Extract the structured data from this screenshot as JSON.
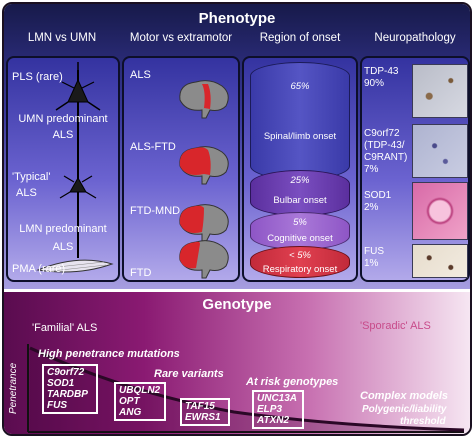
{
  "phenotype": {
    "title": "Phenotype",
    "columns": {
      "lmn_umn": "LMN vs UMN",
      "motor": "Motor vs extramotor",
      "region": "Region of onset",
      "neuropath": "Neuropathology"
    },
    "lmn_umn_labels": {
      "pls": "PLS (rare)",
      "umn_line1": "UMN predominant",
      "umn_line2": "ALS",
      "typical_line1": "'Typical'",
      "typical_line2": "ALS",
      "lmn_line1": "LMN predominant",
      "lmn_line2": "ALS",
      "pma": "PMA (rare)"
    },
    "motor_labels": {
      "als": "ALS",
      "als_ftd": "ALS-FTD",
      "ftd_mnd": "FTD-MND",
      "ftd": "FTD"
    },
    "onset": [
      {
        "pct": "65%",
        "label": "Spinal/limb onset"
      },
      {
        "pct": "25%",
        "label": "Bulbar onset"
      },
      {
        "pct": "5%",
        "label": "Cognitive onset"
      },
      {
        "pct": "< 5%",
        "label": "Respiratory onset"
      }
    ],
    "neuropath_labels": [
      {
        "line1": "TDP-43",
        "line2": "90%"
      },
      {
        "line1": "C9orf72",
        "line2": "(TDP-43/",
        "line3": "C9RANT)",
        "line4": "7%"
      },
      {
        "line1": "SOD1",
        "line2": "2%"
      },
      {
        "line1": "FUS",
        "line2": "1%"
      }
    ]
  },
  "genotype": {
    "title": "Genotype",
    "familial": "'Familial' ALS",
    "sporadic": "'Sporadic' ALS",
    "y_axis": "Penetrance",
    "groups": {
      "high": "High penetrance mutations",
      "rare": "Rare variants",
      "risk": "At risk genotypes",
      "complex": "Complex models",
      "complex_line2": "Polygenic/liability",
      "complex_line3": "threshold"
    },
    "boxes": {
      "high": [
        "C9orf72",
        "SOD1",
        "TARDBP",
        "FUS"
      ],
      "rare1": [
        "UBQLN2",
        "OPT",
        "ANG"
      ],
      "rare2": [
        "TAF15",
        "EWRS1"
      ],
      "risk": [
        "UNC13A",
        "ELP3",
        "ATXN2"
      ]
    }
  },
  "colors": {
    "phenotype_dark": "#171a4a",
    "phenotype_light": "#a69de0",
    "genotype_dark": "#5a0c4f",
    "genotype_light": "#f6e6f2",
    "brain_red": "#d8262b",
    "brain_grey": "#8b8b8b"
  }
}
